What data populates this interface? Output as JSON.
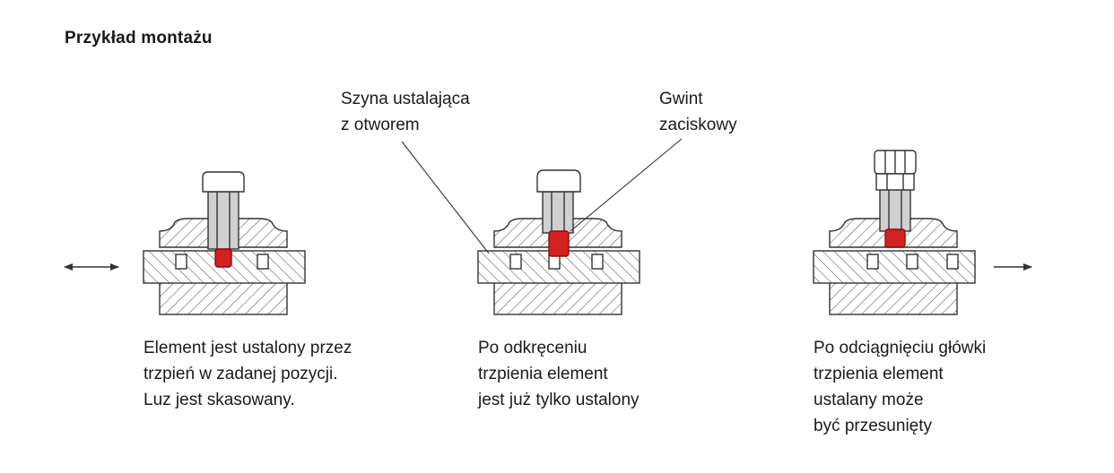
{
  "title": "Przykład montażu",
  "labels": {
    "rail": [
      "Szyna ustalająca",
      "z otworem"
    ],
    "thread": [
      "Gwint",
      "zaciskowy"
    ]
  },
  "captions": [
    [
      "Element jest ustalony przez",
      "trzpień w zadanej pozycji.",
      "Luz jest skasowany."
    ],
    [
      "Po odkręceniu",
      "trzpienia element",
      "jest już tylko ustalony"
    ],
    [
      "Po odciągnięciu główki",
      "trzpienia element",
      "ustalany może",
      "być przesunięty"
    ]
  ],
  "colors": {
    "line": "#333333",
    "hatch": "#555555",
    "pin": "#d0d0d0",
    "highlight": "#d42121"
  },
  "icons": {
    "left_arrow": "double-headed-arrow-icon",
    "right_arrow": "right-arrow-icon"
  }
}
